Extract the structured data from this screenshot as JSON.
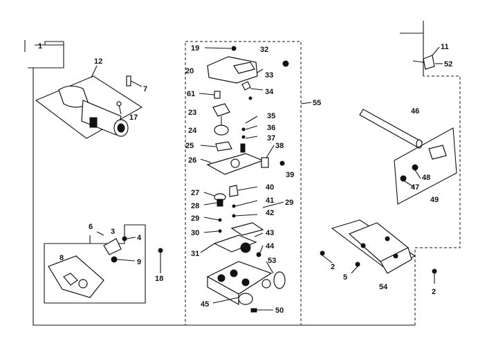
{
  "callouts": {
    "c1": "1",
    "c12": "12",
    "c7": "7",
    "c17": "17",
    "c19": "19",
    "c32": "32",
    "c20": "20",
    "c33": "33",
    "c61": "61",
    "c34": "34",
    "c55": "55",
    "c23": "23",
    "c35": "35",
    "c24": "24",
    "c36": "36",
    "c37": "37",
    "c25": "25",
    "c38": "38",
    "c26": "26",
    "c39": "39",
    "c27": "27",
    "c40": "40",
    "c28": "28",
    "c41": "41",
    "c29a": "29",
    "c42": "42",
    "c29b": "29",
    "c30": "30",
    "c43": "43",
    "c31": "31",
    "c44": "44",
    "c53": "53",
    "c45": "45",
    "c50": "50",
    "c6": "6",
    "c3": "3",
    "c4": "4",
    "c8": "8",
    "c9": "9",
    "c18": "18",
    "c11": "11",
    "c52": "52",
    "c46": "46",
    "c48": "48",
    "c47": "47",
    "c49": "49",
    "c2a": "2",
    "c5": "5",
    "c54": "54",
    "c2b": "2"
  }
}
